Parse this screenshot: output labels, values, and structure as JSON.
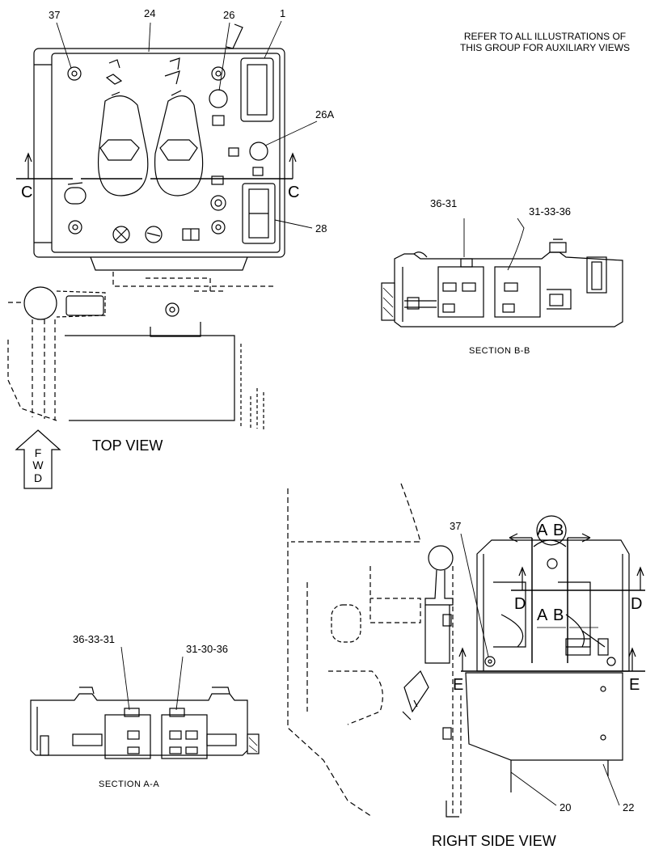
{
  "note": {
    "line1": "REFER TO ALL ILLUSTRATIONS OF",
    "line2": "THIS GROUP FOR AUXILIARY VIEWS"
  },
  "views": {
    "top_view": "TOP VIEW",
    "right_side_view": "RIGHT SIDE VIEW",
    "section_aa": "SECTION  A-A",
    "section_bb": "SECTION  B-B"
  },
  "fwd_arrow": {
    "f": "F",
    "w": "W",
    "d": "D"
  },
  "callouts": {
    "top": {
      "c37": "37",
      "c24": "24",
      "c26": "26",
      "c1": "1",
      "c26a": "26A",
      "c28": "28"
    },
    "section_bb": {
      "left": "36-31",
      "right": "31-33-36"
    },
    "section_aa": {
      "left": "36-33-31",
      "right": "31-30-36"
    },
    "side": {
      "c37": "37",
      "c20": "20",
      "c22": "22"
    }
  },
  "section_markers": {
    "c_left": "C",
    "c_right": "C",
    "a_top": "A",
    "b_top": "B",
    "d_left": "D",
    "d_right": "D",
    "a_mid": "A",
    "b_mid": "B",
    "e_left": "E",
    "e_right": "E"
  }
}
